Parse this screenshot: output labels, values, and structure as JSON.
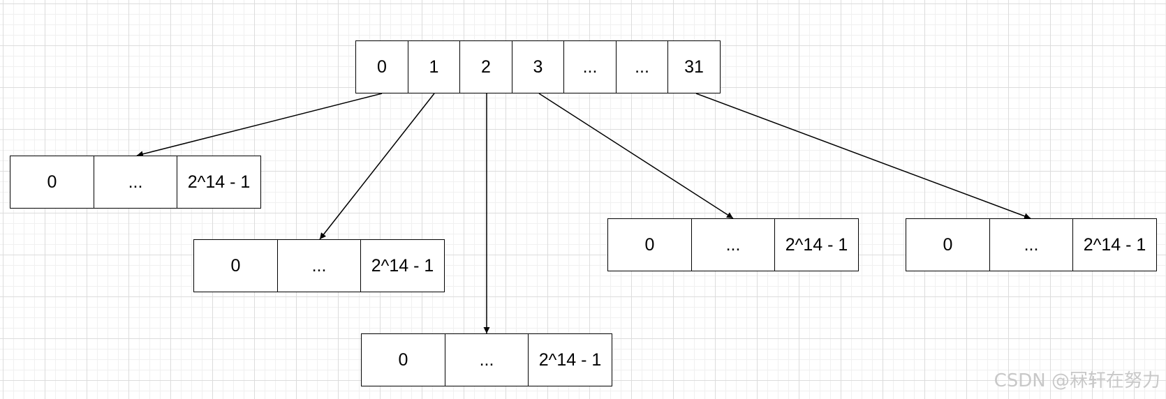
{
  "top_array": {
    "cells": [
      "0",
      "1",
      "2",
      "3",
      "...",
      "...",
      "31"
    ]
  },
  "sub_arrays": [
    {
      "cells": [
        "0",
        "...",
        "2^14 - 1"
      ]
    },
    {
      "cells": [
        "0",
        "...",
        "2^14 - 1"
      ]
    },
    {
      "cells": [
        "0",
        "...",
        "2^14 - 1"
      ]
    },
    {
      "cells": [
        "0",
        "...",
        "2^14 - 1"
      ]
    },
    {
      "cells": [
        "0",
        "...",
        "2^14 - 1"
      ]
    }
  ],
  "watermark": "CSDN @冧轩在努力",
  "colors": {
    "line": "#000000",
    "grid": "#dcdcdc",
    "watermark": "#c8c8c8"
  }
}
